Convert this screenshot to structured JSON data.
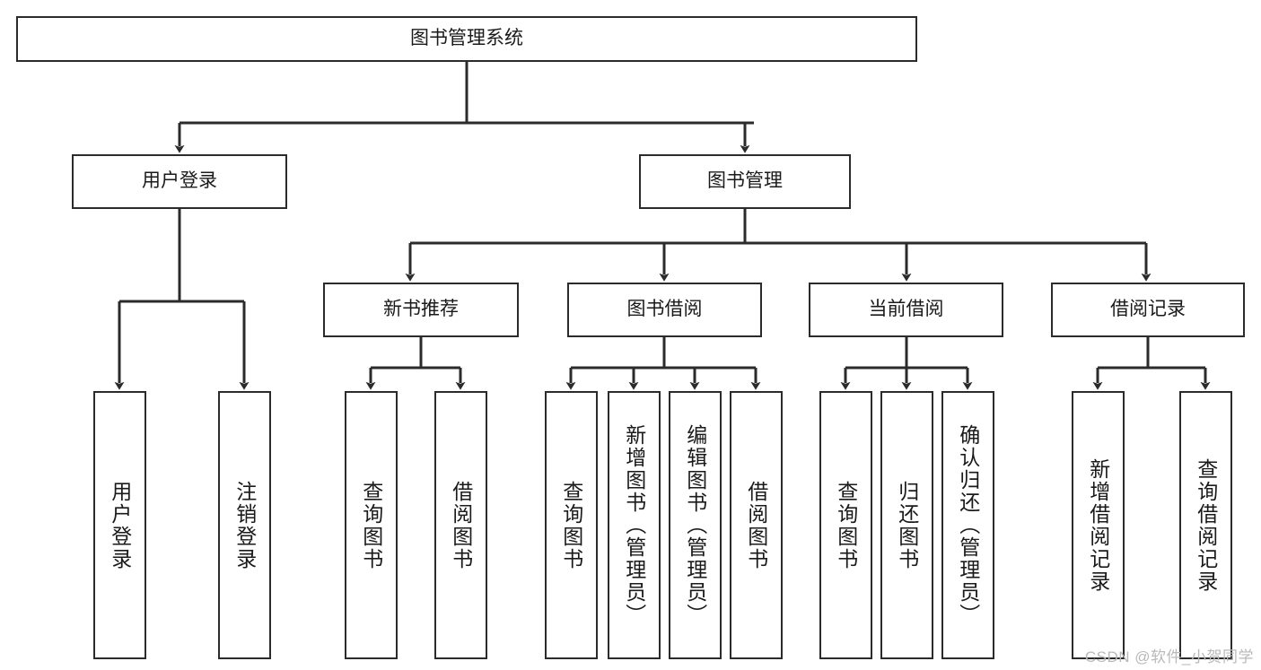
{
  "diagram": {
    "title": "图书管理系统",
    "type": "tree-hierarchy-diagram",
    "watermark": "CSDN @软件_小贺同学",
    "colors": {
      "box_border": "#2b2b2b",
      "box_fill": "#ffffff",
      "line": "#2b2b2b",
      "text": "#1a1a1a",
      "watermark": "#b9b9b9"
    },
    "root": {
      "label": "图书管理系统"
    },
    "level2": [
      {
        "label": "用户登录"
      },
      {
        "label": "图书管理"
      }
    ],
    "level3": [
      {
        "label": "新书推荐"
      },
      {
        "label": "图书借阅"
      },
      {
        "label": "当前借阅"
      },
      {
        "label": "借阅记录"
      }
    ],
    "leaves": {
      "user_login": [
        {
          "label": "用户登录"
        },
        {
          "label": "注销登录"
        }
      ],
      "new_book_recommend": [
        {
          "label": "查询图书"
        },
        {
          "label": "借阅图书"
        }
      ],
      "book_borrow": [
        {
          "label": "查询图书"
        },
        {
          "label": "新增图书（管理员）"
        },
        {
          "label": "编辑图书（管理员）"
        },
        {
          "label": "借阅图书"
        }
      ],
      "current_borrow": [
        {
          "label": "查询图书"
        },
        {
          "label": "归还图书"
        },
        {
          "label": "确认归还（管理员）"
        }
      ],
      "borrow_record": [
        {
          "label": "新增借阅记录"
        },
        {
          "label": "查询借阅记录"
        }
      ]
    }
  }
}
